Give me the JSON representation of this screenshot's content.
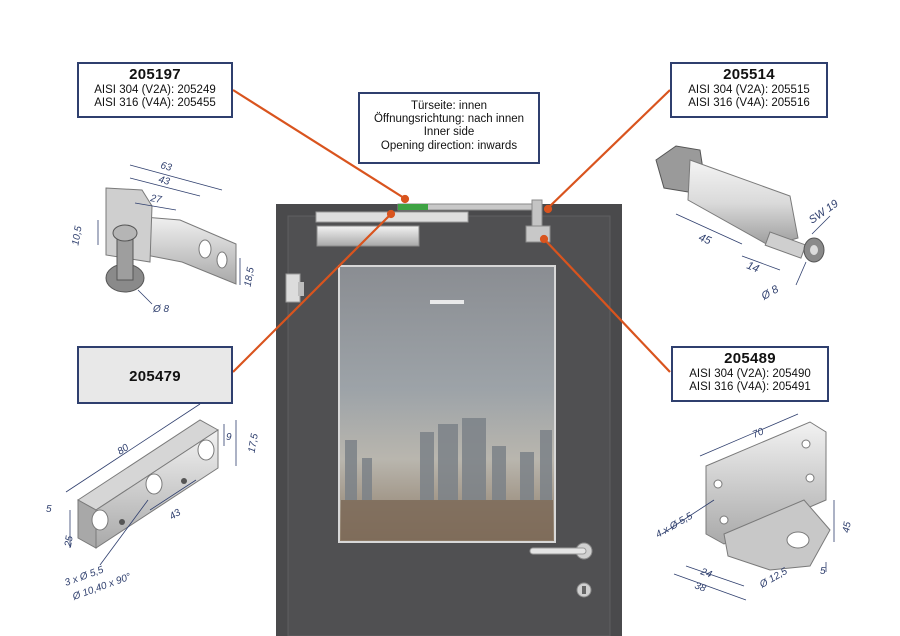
{
  "info_box": {
    "line1": "Türseite: innen",
    "line2": "Öffnungsrichtung: nach innen",
    "line3": "Inner side",
    "line4": "Opening direction: inwards"
  },
  "parts": {
    "p205197": {
      "code": "205197",
      "v2a": "AISI 304 (V2A): 205249",
      "v4a": "AISI 316 (V4A): 205455"
    },
    "p205514": {
      "code": "205514",
      "v2a": "AISI 304 (V2A): 205515",
      "v4a": "AISI 316 (V4A): 205516"
    },
    "p205479": {
      "code": "205479"
    },
    "p205489": {
      "code": "205489",
      "v2a": "AISI 304 (V2A): 205490",
      "v4a": "AISI 316 (V4A): 205491"
    }
  },
  "dims": {
    "d63": "63",
    "d43a": "43",
    "d27": "27",
    "d105": "10,5",
    "d185": "18,5",
    "d8a": "Ø 8",
    "d45a": "45",
    "d14": "14",
    "dsw19": "SW 19",
    "d8b": "Ø 8",
    "d80": "80",
    "d9": "9",
    "d175": "17,5",
    "d5a": "5",
    "d25": "25",
    "d43b": "43",
    "hole_note1": "3 x Ø 5,5",
    "hole_note2": "Ø 10,40 x 90°",
    "d70": "70",
    "d45b": "45",
    "d5b": "5",
    "d24": "24",
    "d38": "38",
    "d125": "Ø 12,5",
    "hole_note3": "4 x Ø 5,5"
  },
  "colors": {
    "leader": "#d9541e",
    "box_border": "#2f3f6e",
    "door": "#4a4a4c",
    "dim": "#2f3f6e"
  }
}
